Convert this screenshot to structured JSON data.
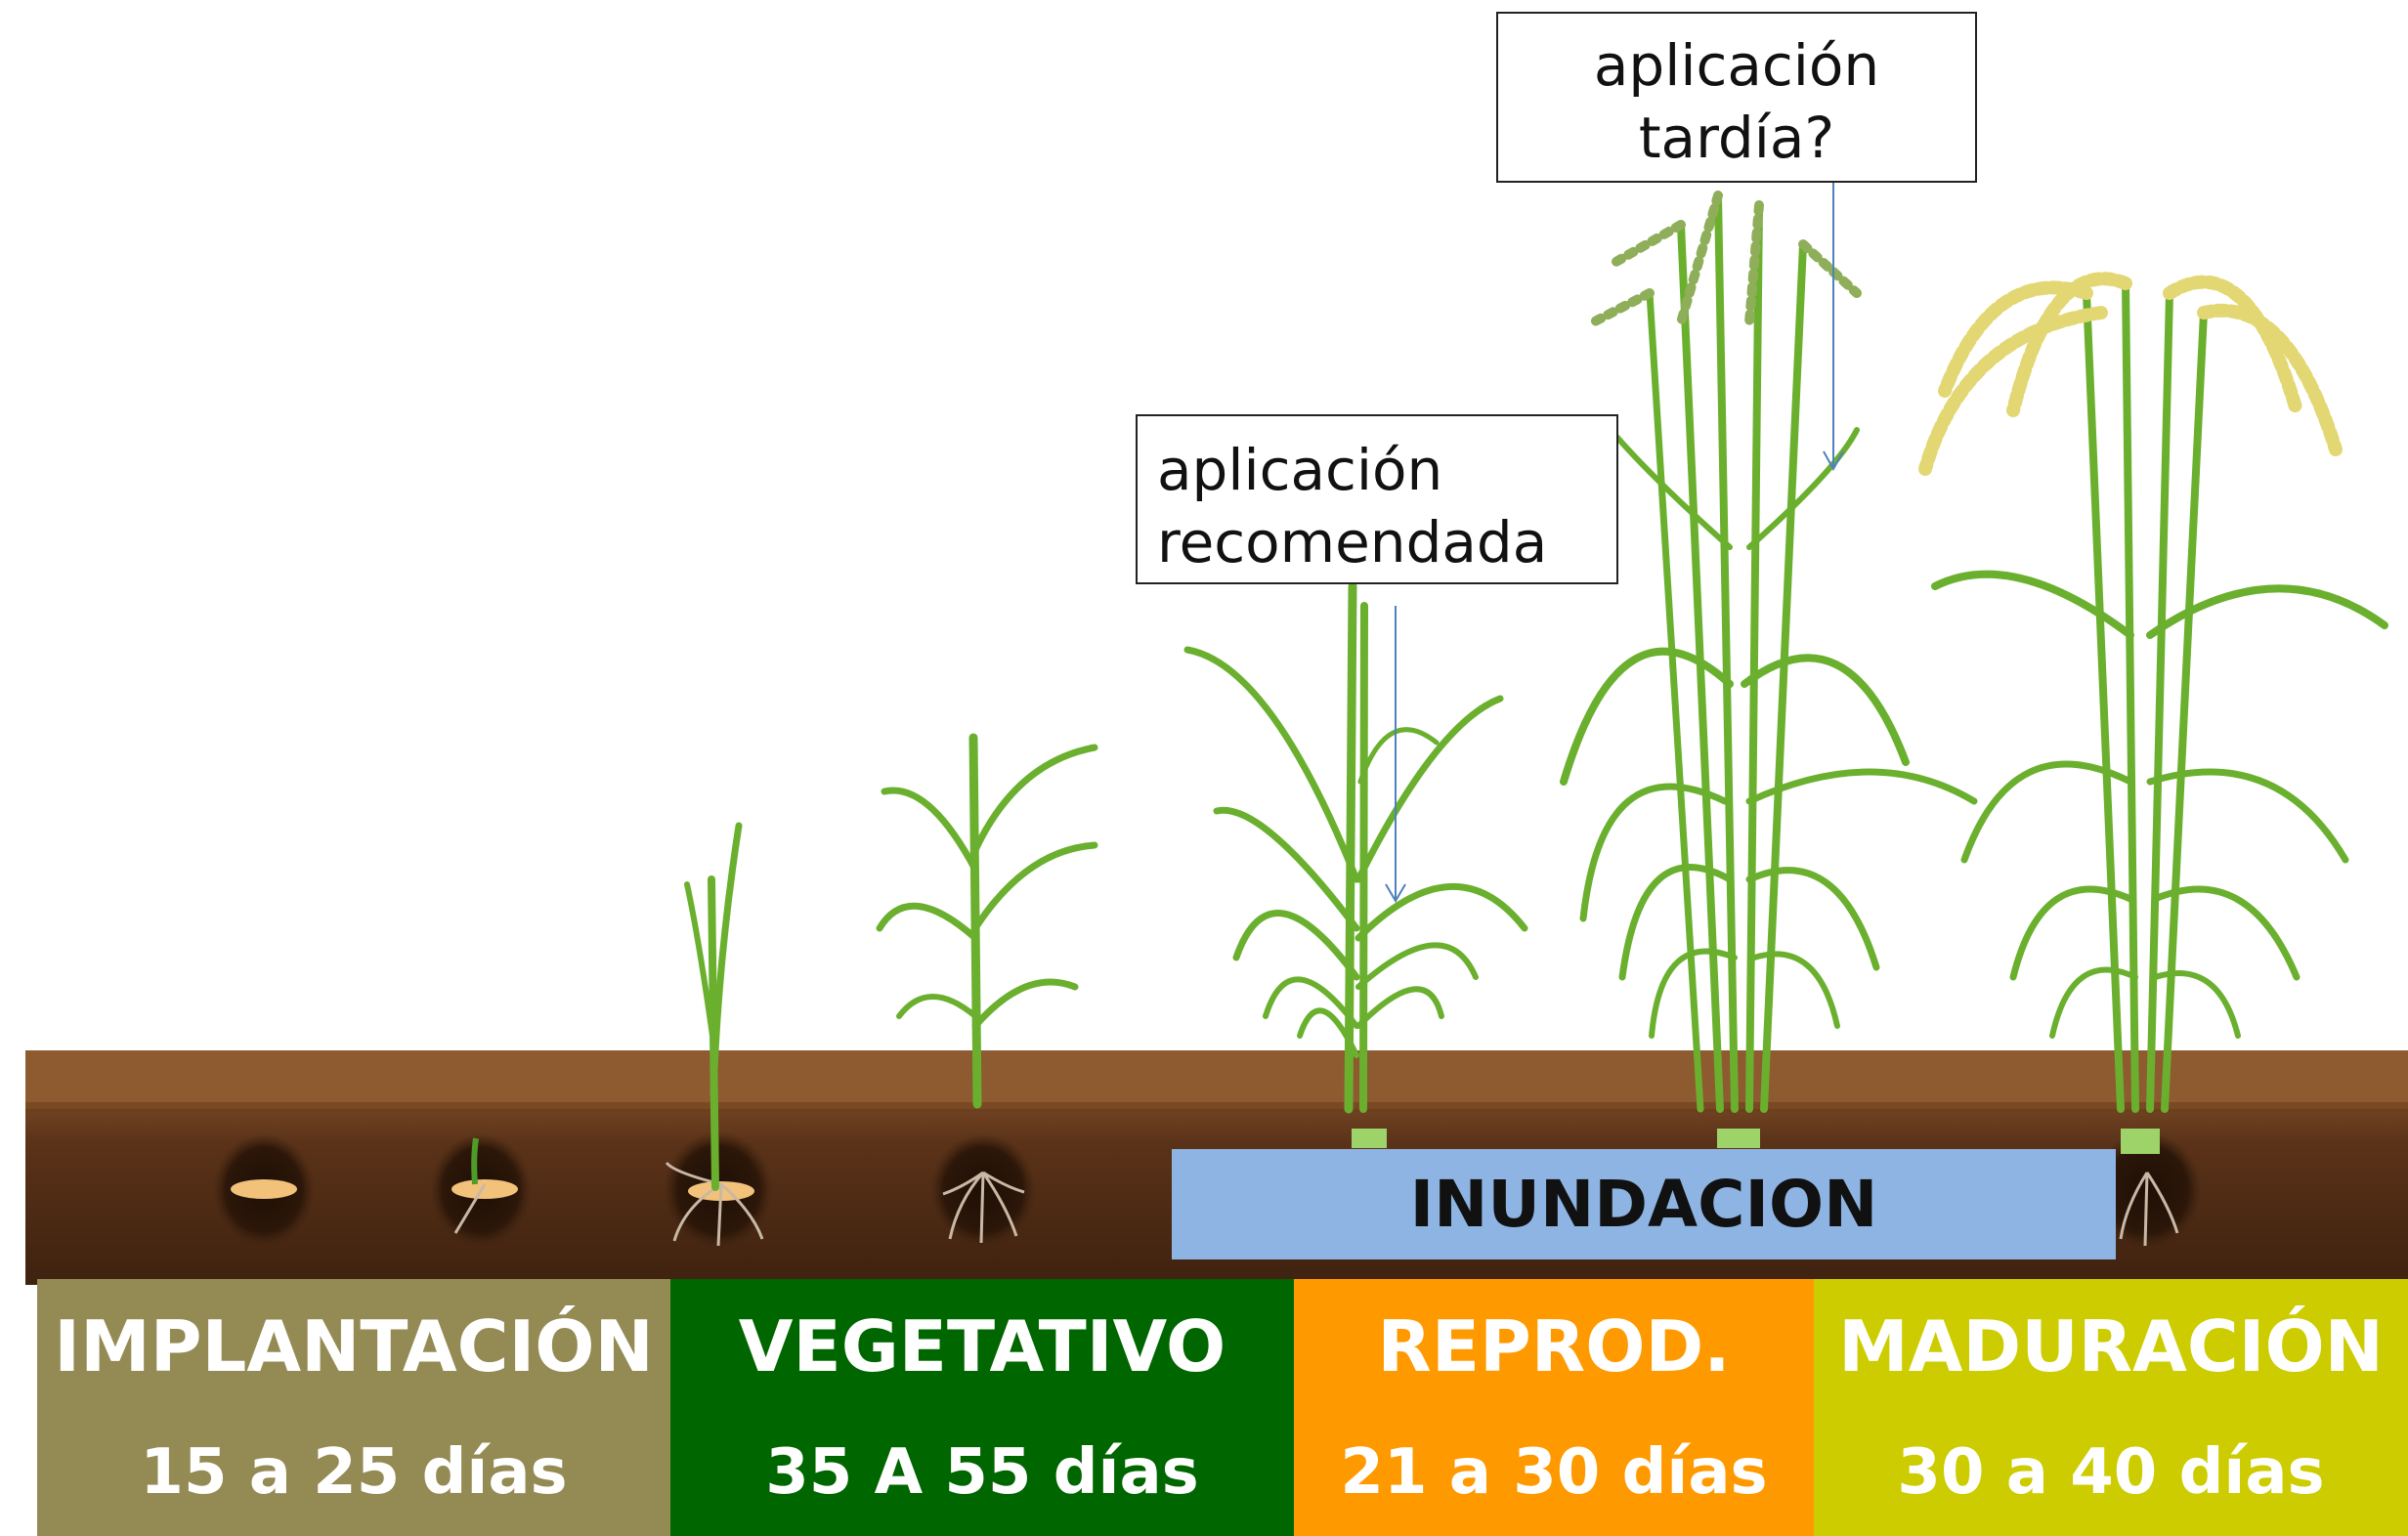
{
  "callouts": {
    "late": {
      "line1": "aplicación",
      "line2": "tardía?"
    },
    "recommended": {
      "line1": "aplicación",
      "line2": "recomendada"
    }
  },
  "flood_label": "INUNDACION",
  "stages": [
    {
      "name": "IMPLANTACIÓN",
      "days": "15 a 25 días",
      "color": "#948a54"
    },
    {
      "name": "VEGETATIVO",
      "days": "35 A 55 días",
      "color": "#006600"
    },
    {
      "name": "REPROD.",
      "days": "21 a 30 días",
      "color": "#ff9900"
    },
    {
      "name": "MADURACIÓN",
      "days": "30 a 40 días",
      "color": "#cccc00"
    }
  ],
  "colors": {
    "soil_top": "#8b5a32",
    "soil_dark": "#4a2a14",
    "leaf": "#6ab02e",
    "grain": "#e3d774",
    "arrow": "#4f81bd"
  }
}
